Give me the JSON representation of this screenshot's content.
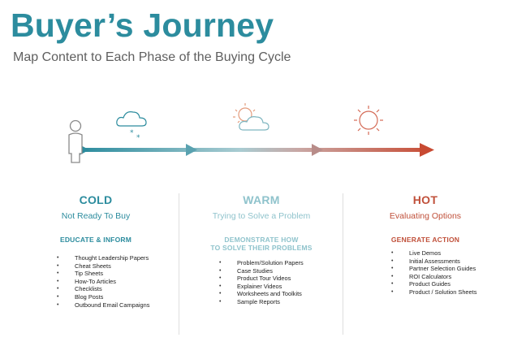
{
  "header": {
    "title": "Buyer’s Journey",
    "subtitle": "Map Content to Each Phase of the Buying Cycle"
  },
  "colors": {
    "title": "#2c8c9e",
    "cold": "#2c8c9e",
    "warm": "#8fc3cc",
    "hot": "#c0503a"
  },
  "icons": [
    "person-icon",
    "snow-cloud-icon",
    "sun-cloud-icon",
    "sun-icon"
  ],
  "phases": [
    {
      "name": "COLD",
      "tagline": "Not Ready To Buy",
      "section": "EDUCATE & INFORM",
      "items": [
        "Thought Leadership Papers",
        "Cheat Sheets",
        "Tip Sheets",
        "How-To Articles",
        "Checklists",
        "Blog Posts",
        "Outbound Email Campaigns"
      ]
    },
    {
      "name": "WARM",
      "tagline": "Trying to Solve a Problem",
      "section_line1": "DEMONSTRATE HOW",
      "section_line2": "TO SOLVE THEIR PROBLEMS",
      "items": [
        "Problem/Solution Papers",
        "Case Studies",
        "Product Tour Videos",
        "Explainer Videos",
        "Worksheets and Toolkits",
        "Sample Reports"
      ]
    },
    {
      "name": "HOT",
      "tagline": "Evaluating Options",
      "section": "GENERATE ACTION",
      "items": [
        "Live Demos",
        "Initial Assessments",
        "Partner Selection Guides",
        "ROI Calculators",
        "Product Guides",
        "Product / Solution Sheets"
      ]
    }
  ]
}
